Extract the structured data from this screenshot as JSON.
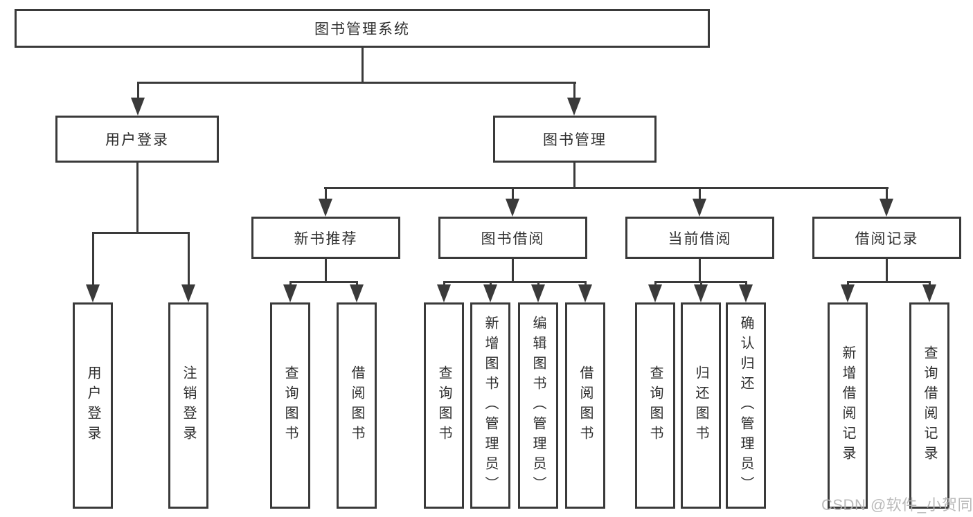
{
  "diagram_title": "图书管理系统",
  "nodes": {
    "root": "图书管理系统",
    "user_login": "用户登录",
    "book_mgmt": "图书管理",
    "new_book_rec": "新书推荐",
    "book_borrow": "图书借阅",
    "current_borrow": "当前借阅",
    "borrow_record": "借阅记录",
    "login": "用户登录",
    "logout": "注销登录",
    "nbr_query_book": "查询图书",
    "nbr_borrow_book": "借阅图书",
    "bb_query_book": "查询图书",
    "bb_add_book": "新增图书（管理员）",
    "bb_edit_book": "编辑图书（管理员）",
    "bb_borrow_book": "借阅图书",
    "cb_query_book": "查询图书",
    "cb_return_book": "归还图书",
    "cb_confirm_return": "确认归还（管理员）",
    "br_add_record": "新增借阅记录",
    "br_query_record": "查询借阅记录"
  },
  "watermark": "CSDN @软件_小贺同学",
  "colors": {
    "line": "#3a3a3a",
    "text": "#2e2e2e",
    "watermark": "#b3b3b3",
    "background": "#ffffff"
  }
}
